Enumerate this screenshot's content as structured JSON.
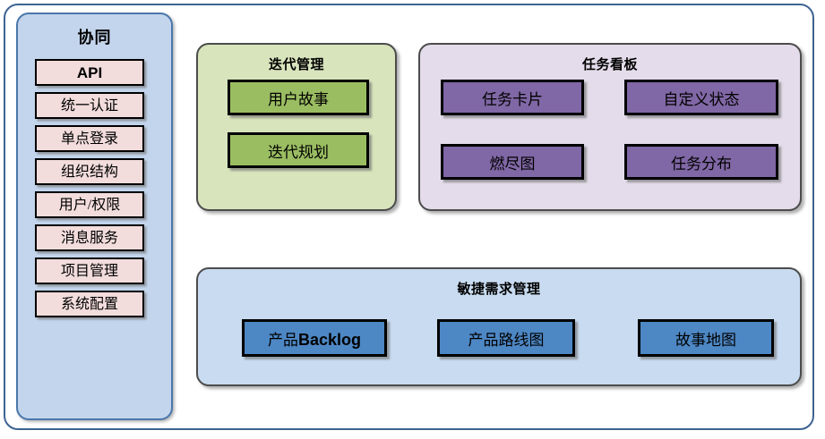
{
  "frame": {
    "border_color": "#3d6392"
  },
  "sidebar": {
    "title": "协同",
    "background": "#c3d5ec",
    "border_color": "#4a77ab",
    "item_background": "#f2dcdc",
    "items": [
      {
        "label": "API",
        "style": "bold"
      },
      {
        "label": "统一认证",
        "style": "normal"
      },
      {
        "label": "单点登录",
        "style": "normal"
      },
      {
        "label": "组织结构",
        "style": "normal"
      },
      {
        "label": "用户/权限",
        "style": "normal"
      },
      {
        "label": "消息服务",
        "style": "normal"
      },
      {
        "label": "项目管理",
        "style": "normal"
      },
      {
        "label": "系统配置",
        "style": "normal"
      }
    ]
  },
  "panels": {
    "iteration": {
      "title": "迭代管理",
      "background": "#d8e4bc",
      "box_color": "#9bbd62",
      "items": [
        {
          "label": "用户故事"
        },
        {
          "label": "迭代规划"
        }
      ]
    },
    "taskboard": {
      "title": "任务看板",
      "background": "#e4dcea",
      "box_color": "#8067a5",
      "items": [
        {
          "label": "任务卡片"
        },
        {
          "label": "自定义状态"
        },
        {
          "label": "燃尽图"
        },
        {
          "label": "任务分布"
        }
      ]
    },
    "agile": {
      "title": "敏捷需求管理",
      "background": "#c8dbf0",
      "box_color": "#4d87c4",
      "items": [
        {
          "label_cjk": "产品",
          "label_latin": "Backlog"
        },
        {
          "label": "产品路线图"
        },
        {
          "label": "故事地图"
        }
      ]
    }
  }
}
